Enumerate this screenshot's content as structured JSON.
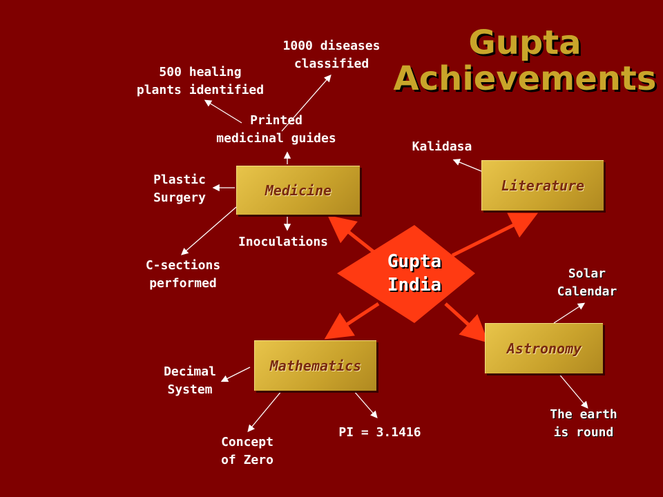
{
  "title": {
    "line1": "Gupta",
    "line2": "Achievements"
  },
  "center": {
    "label": "Gupta\nIndia",
    "color": "#ff3a12"
  },
  "colors": {
    "background": "#7f0000",
    "title": "#c9a52a",
    "box": "#d8b43a",
    "box_text": "#7a2a10",
    "connector": "#ff3a12",
    "arrow_line": "#ffffff"
  },
  "categories": {
    "medicine": "Medicine",
    "literature": "Literature",
    "astronomy": "Astronomy",
    "mathematics": "Mathematics"
  },
  "achievements": {
    "diseases": "1000 diseases\nclassified",
    "plants": "500 healing\nplants identified",
    "guides": "Printed\nmedicinal guides",
    "plastic": "Plastic\nSurgery",
    "inoculations": "Inoculations",
    "csections": "C-sections\nperformed",
    "kalidasa": "Kalidasa",
    "solar": "Solar\nCalendar",
    "earth": "The earth\nis round",
    "decimal": "Decimal\nSystem",
    "zero": "Concept\nof Zero",
    "pi": "PI = 3.1416"
  }
}
